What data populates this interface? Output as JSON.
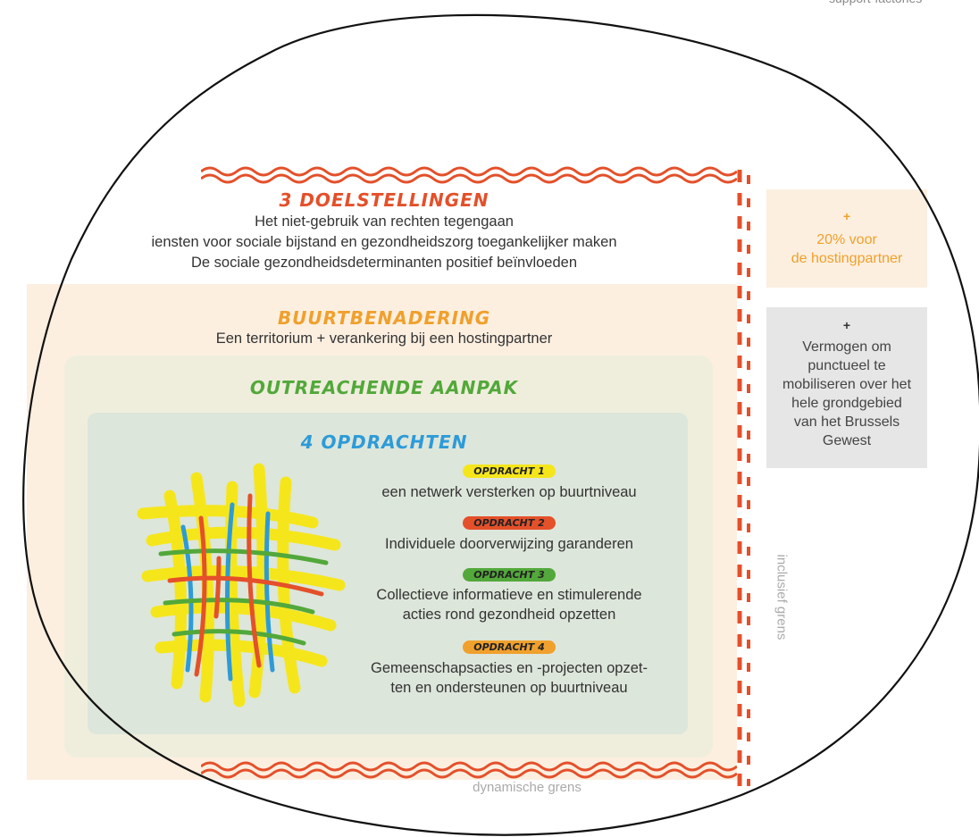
{
  "top_right_text": "support-factories",
  "doelstellingen": {
    "title": "3 DOELSTELLINGEN",
    "lines": [
      "Het niet-gebruik van rechten tegengaan",
      "iensten voor sociale bijstand en gezondheidszorg toegankelijker maken",
      "De sociale gezondheidsdeterminanten positief beïnvloeden"
    ]
  },
  "buurt": {
    "title": "BUURTBENADERING",
    "subtitle": "Een territorium + verankering bij een hostingpartner"
  },
  "outreach": {
    "title": "OUTREACHENDE AANPAK"
  },
  "opdrachten": {
    "title": "4 OPDRACHTEN",
    "items": [
      {
        "badge": "OPDRACHT 1",
        "color": "#f5e61c",
        "lines": [
          "een netwerk versterken op buurtniveau"
        ]
      },
      {
        "badge": "OPDRACHT 2",
        "color": "#e4502a",
        "lines": [
          "Individuele doorverwijzing garanderen"
        ]
      },
      {
        "badge": "OPDRACHT 3",
        "color": "#52a83a",
        "lines": [
          "Collectieve informatieve en stimulerende",
          "acties rond gezondheid opzetten"
        ]
      },
      {
        "badge": "OPDRACHT 4",
        "color": "#f0a02c",
        "lines": [
          "Gemeenschapsacties en -projecten opzet-",
          "ten en ondersteunen op buurtniveau"
        ]
      }
    ]
  },
  "side_boxes": {
    "hosting": {
      "plus": "+",
      "lines": [
        "20% voor",
        "de hostingpartner"
      ]
    },
    "capacity": {
      "plus": "+",
      "lines": [
        "Vermogen om",
        "punctueel te",
        "mobiliseren over het",
        "hele grondgebied",
        "van het Brussels",
        "Gewest"
      ]
    }
  },
  "border_labels": {
    "inclusive": "inclusief grens",
    "dynamic": "dynamische grens"
  },
  "colors": {
    "red": "#e4502a",
    "orange": "#f0a02c",
    "green": "#52a83a",
    "blue": "#2d9bd8",
    "yellow": "#f5e61c",
    "buurt_bg": "#fcefe0",
    "outreach_bg": "#efeedd",
    "opdracht_bg": "#dde6da",
    "grey_box": "#e6e6e6"
  }
}
